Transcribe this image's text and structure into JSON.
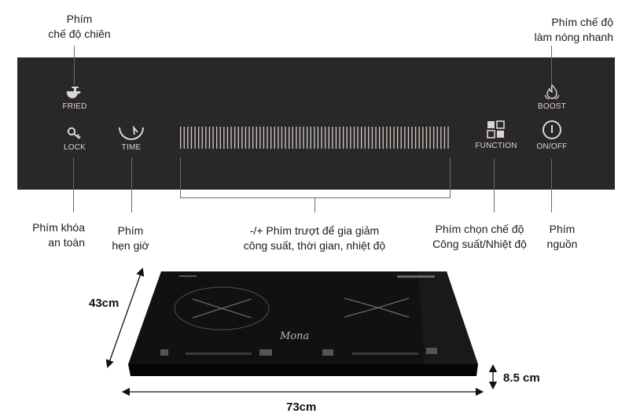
{
  "callouts": {
    "fried": [
      "Phím",
      "chế độ chiên"
    ],
    "boost": [
      "Phím chế độ",
      "làm nóng nhanh"
    ],
    "lock": [
      "Phím khóa",
      "an toàn"
    ],
    "time": [
      "Phím",
      "hẹn giờ"
    ],
    "slider": [
      "-/+ Phím trượt để gia giảm",
      "công suất, thời gian, nhiệt độ"
    ],
    "function": [
      "Phím chọn chế độ",
      "Công suất/Nhiệt độ"
    ],
    "power": [
      "Phím",
      "nguồn"
    ]
  },
  "panel": {
    "fried_label": "FRIED",
    "lock_label": "LOCK",
    "time_label": "TIME",
    "function_label": "FUNCTION",
    "boost_label": "BOOST",
    "onoff_label": "ON/OFF"
  },
  "dimensions": {
    "depth": "43cm",
    "width": "73cm",
    "height": "8.5 cm"
  },
  "product": {
    "logo": "Mona"
  },
  "colors": {
    "panel_background": "#2a2727",
    "panel_text": "#d9d6d3",
    "cooktop_glass": "#0d0d0d"
  }
}
